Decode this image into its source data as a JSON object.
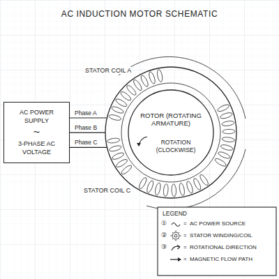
{
  "diagram": {
    "title": "AC INDUCTION MOTOR SCHEMATIC",
    "nodes": [
      {
        "text": [
          "AC POWER SUPPLY",
          "~",
          "3-PHASE AC VOLTAGE"
        ]
      },
      {
        "text": [
          "STATOR COIL A",
          "STATOR COIL C"
        ]
      },
      {
        "text": [
          "ROTOR (ROTATING ARMATURE)",
          "ROTATION (CLOCKWISE)"
        ],
        "in": 1
      }
    ],
    "edges": [
      {
        "from": 0,
        "to": 1,
        "label": "Phase A",
        "arrow": "none"
      },
      {
        "from": 0,
        "to": 1,
        "label": "Phase B",
        "arrow": "none"
      },
      {
        "from": 0,
        "to": 1,
        "label": "Phase C",
        "arrow": "none"
      }
    ],
    "labels": [
      "LEGEND",
      "①",
      "=",
      "②",
      "=",
      "③",
      "=",
      "="
    ],
    "legend": [
      {
        "text": "AC POWER SOURCE"
      },
      {
        "text": "STATOR WINDING/COIL"
      },
      {
        "text": "ROTATIONAL DIRECTION"
      },
      {
        "text": "MAGNETIC FLOW PATH"
      }
    ]
  }
}
